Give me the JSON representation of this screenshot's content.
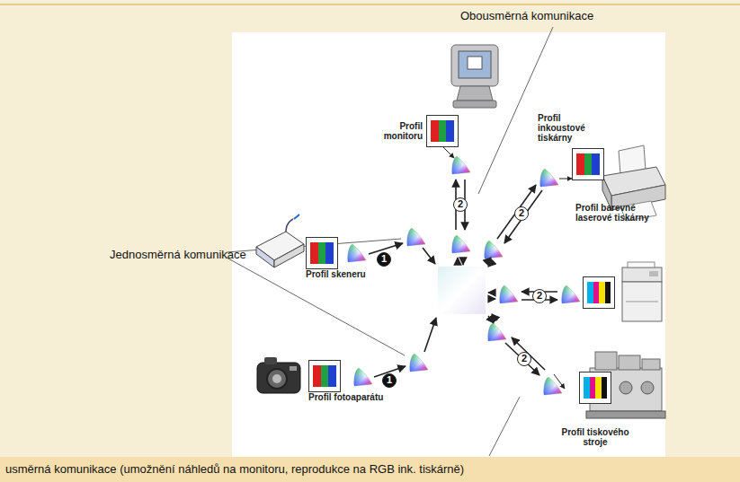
{
  "diagram": {
    "nodes": [
      {
        "text": [
          "Profil monitoru"
        ]
      },
      {
        "text": [
          "Profil inkoustové tiskárny"
        ]
      },
      {
        "text": [
          "Profil skeneru"
        ]
      },
      {
        "text": [
          "Profil barevné laserové tiskárny"
        ]
      },
      {
        "text": [
          "Profil fotoaparátu"
        ]
      },
      {
        "text": [
          "Profil tiskového stroje"
        ]
      }
    ],
    "labels": [
      "Obousměrná komunikace",
      "Jednosměrná komunikace",
      "1",
      "1",
      "2",
      "2",
      "2",
      "2",
      "usměrná komunikace (umožnění náhledů na monitoru, reprodukce na RGB ink. tiskárně)"
    ]
  }
}
